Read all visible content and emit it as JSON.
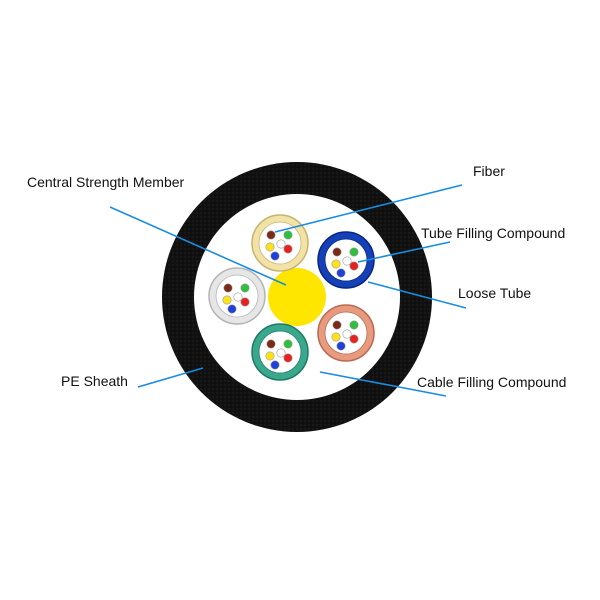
{
  "colors": {
    "sheath": "#111111",
    "filling": "#ffffff",
    "strength_member": "#ffe600",
    "leader": "#1a8ce0",
    "label": "#111111"
  },
  "labels": {
    "fiber": "Fiber",
    "central_strength_member": "Central Strength Member",
    "tube_filling_compound": "Tube Filling Compound",
    "loose_tube": "Loose Tube",
    "pe_sheath": "PE Sheath",
    "cable_filling_compound": "Cable Filling Compound"
  },
  "loose_tubes": [
    {
      "name": "natural-tube",
      "ring": "#f1e2a8",
      "ring_dark": "#c9b36a"
    },
    {
      "name": "blue-tube",
      "ring": "#1440b8",
      "ring_dark": "#0a2580"
    },
    {
      "name": "orange-tube",
      "ring": "#e89a7e",
      "ring_dark": "#b96a52"
    },
    {
      "name": "green-tube",
      "ring": "#3aa88c",
      "ring_dark": "#1f7a62"
    },
    {
      "name": "white-tube",
      "ring": "#e6e6e6",
      "ring_dark": "#b4b4b4"
    }
  ],
  "fiber_colors": [
    "#7a2a16",
    "#2fbf3e",
    "#ffe11a",
    "#e82020",
    "#2040d8",
    "#ffffff"
  ]
}
